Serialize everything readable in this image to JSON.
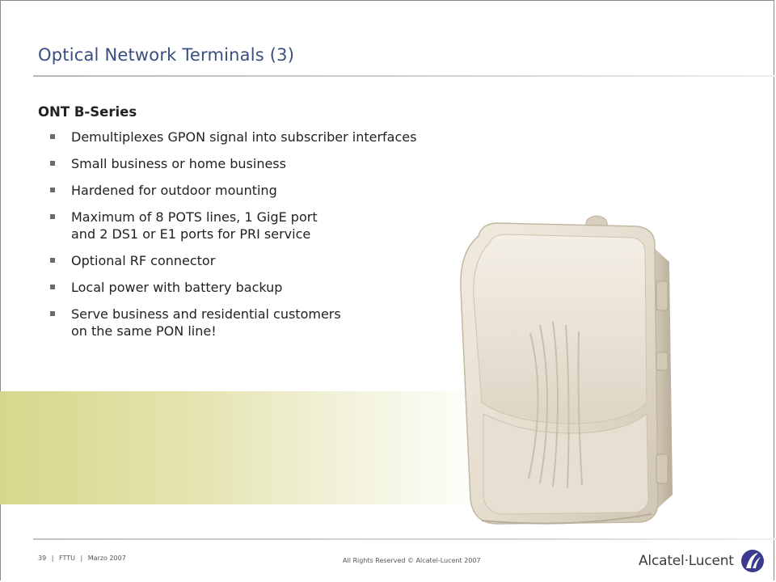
{
  "slide": {
    "title": "Optical Network Terminals (3)",
    "subtitle": "ONT B-Series",
    "bullets": [
      "Demultiplexes GPON signal into subscriber interfaces",
      "Small business or home business",
      "Hardened for outdoor mounting",
      "Maximum of 8 POTS lines, 1 GigE port",
      "and 2 DS1 or E1 ports for PRI service",
      "Optional RF connector",
      "Local power with battery backup",
      "Serve business and residential customers",
      "on the same PON line!"
    ]
  },
  "footer": {
    "page_number": "39",
    "separator": "|",
    "section": "FTTU",
    "date": "Marzo 2007",
    "copyright": "All Rights Reserved © Alcatel-Lucent 2007",
    "brand": "Alcatel·Lucent"
  },
  "colors": {
    "title": "#3a4e80",
    "accent_band": "#d7d78c",
    "logo": "#3c3a8c"
  },
  "icons": {
    "bullet_marker": "square-bullet-icon",
    "device": "ont-enclosure-image",
    "logo": "alcatel-lucent-logo-icon"
  }
}
